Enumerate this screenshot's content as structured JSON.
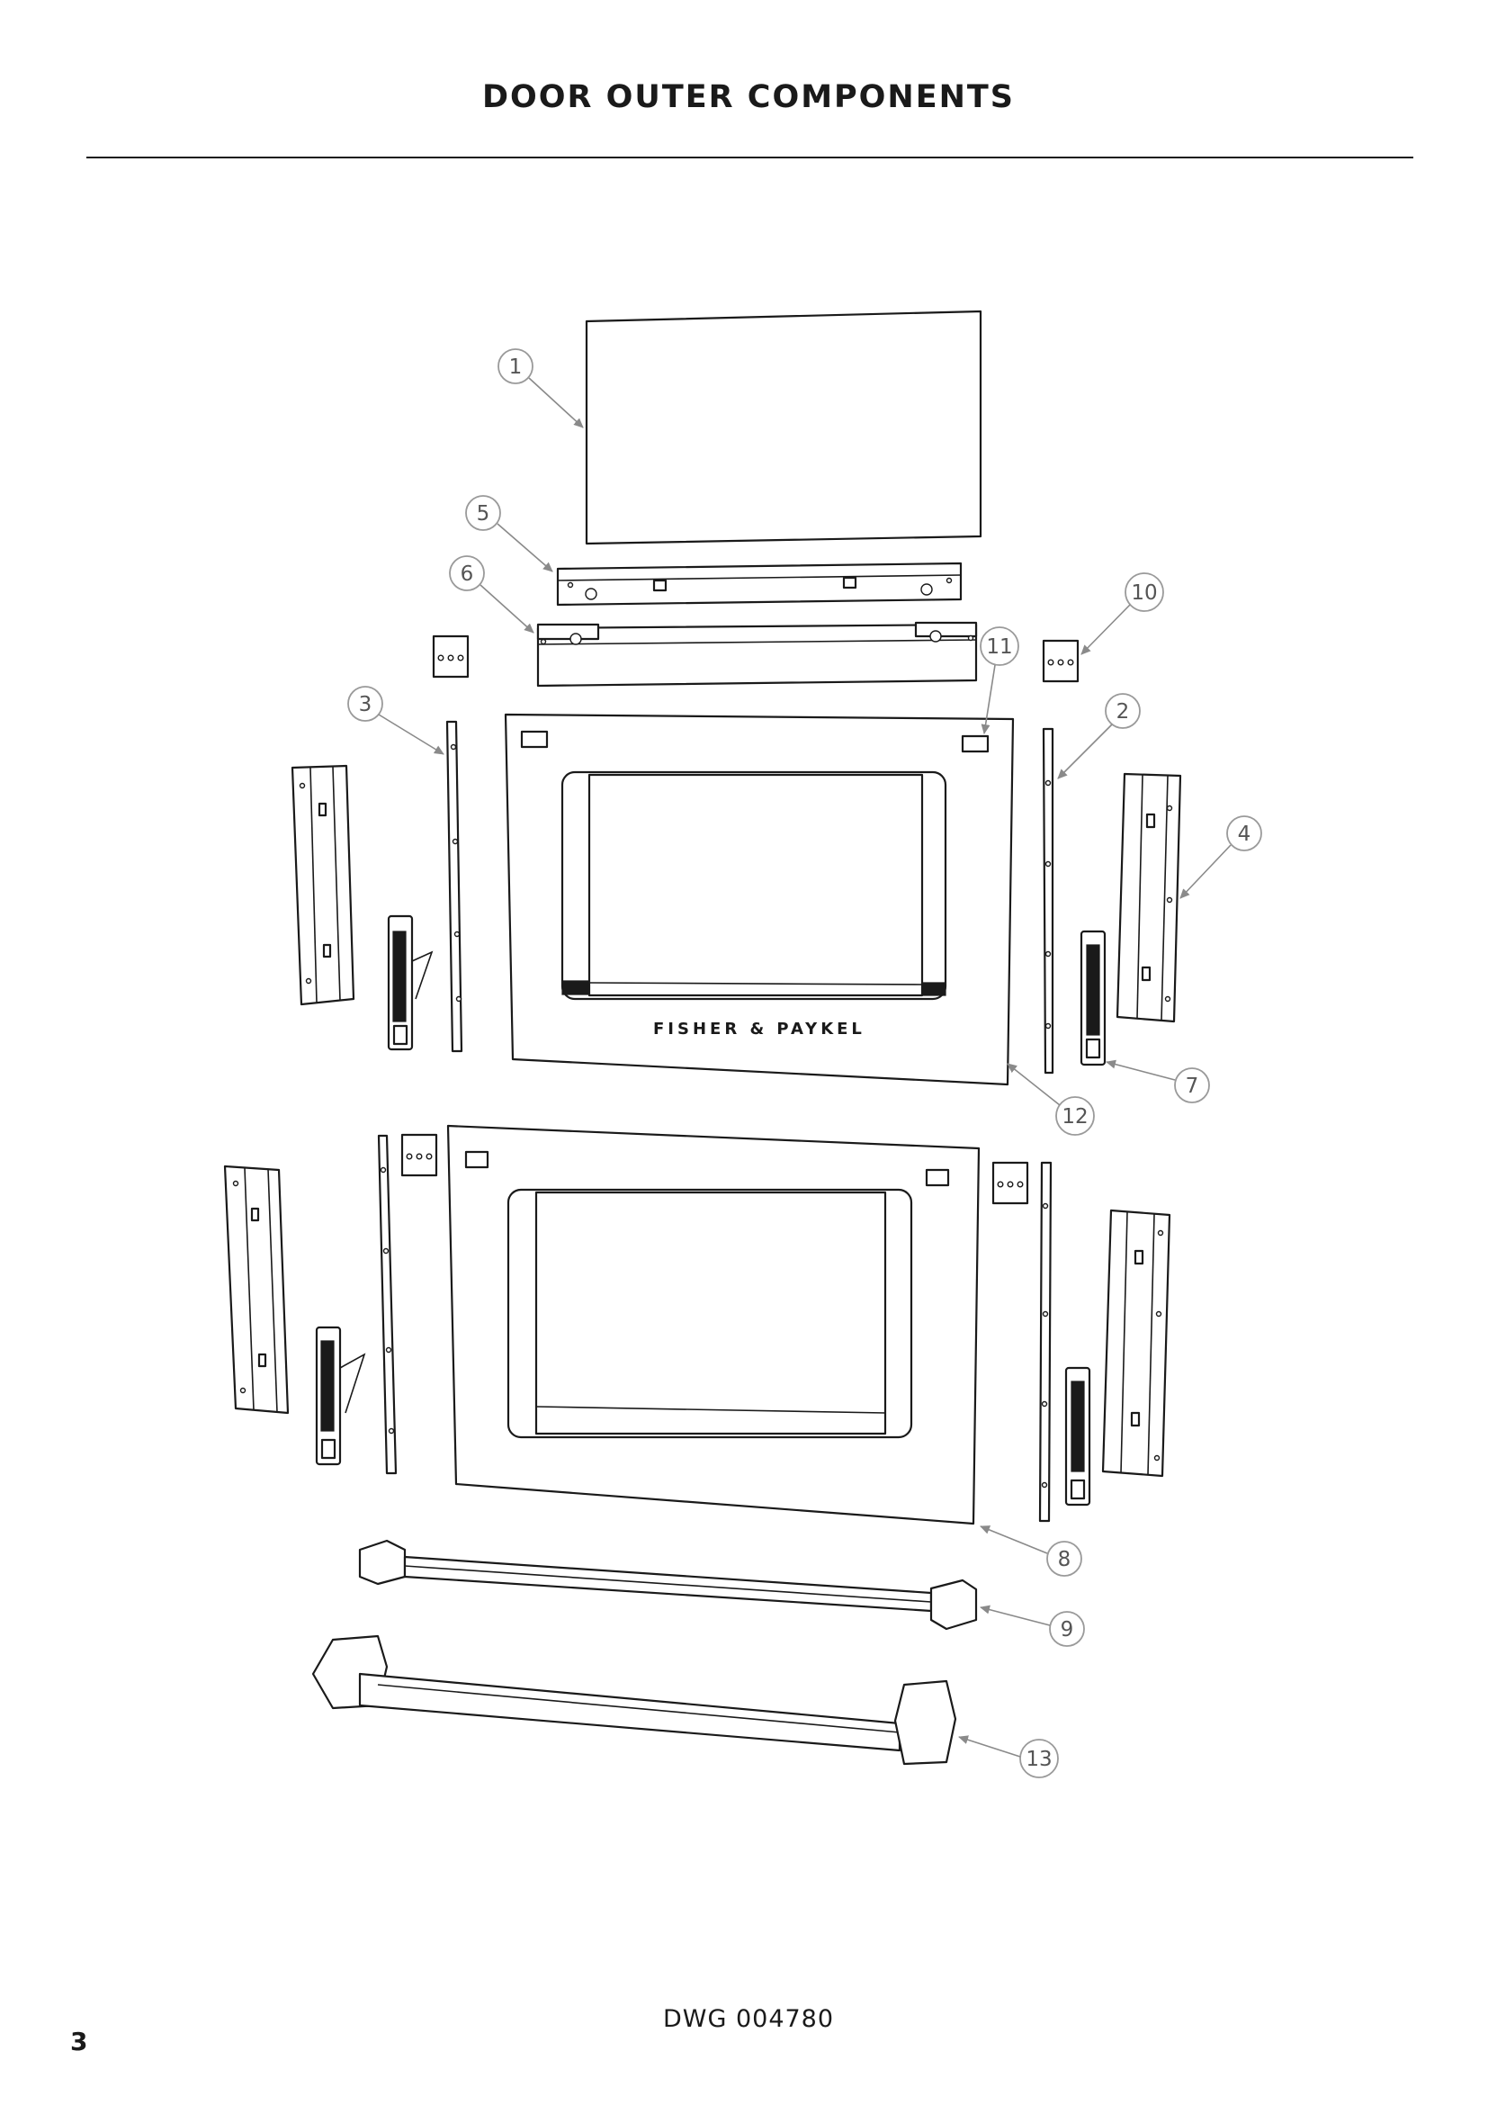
{
  "title": "DOOR OUTER COMPONENTS",
  "drawing_number": "DWG 004780",
  "page_number": "3",
  "brand_mark": "FISHER & PAYKEL",
  "callouts": [
    "1",
    "2",
    "3",
    "4",
    "5",
    "6",
    "7",
    "8",
    "9",
    "10",
    "11",
    "12",
    "13"
  ]
}
